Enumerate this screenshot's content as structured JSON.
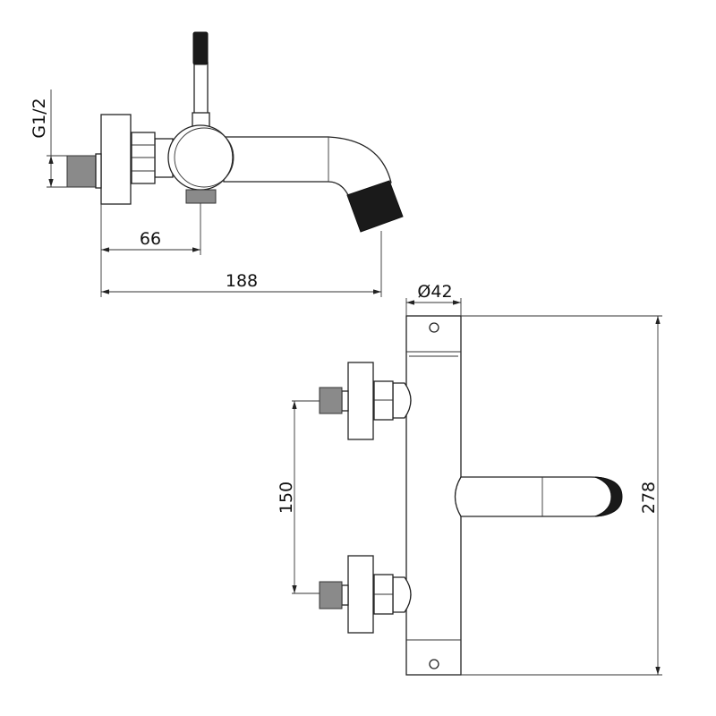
{
  "top_view": {
    "thread_label": "G1/2",
    "dim_outlet_offset": "66",
    "dim_total_depth": "188"
  },
  "front_view": {
    "dim_body_diameter": "Ø42",
    "dim_inlet_spacing": "150",
    "dim_total_height": "278"
  },
  "colors": {
    "line": "#222222",
    "thread": "#8a8a8a",
    "black_parts": "#1a1a1a"
  }
}
